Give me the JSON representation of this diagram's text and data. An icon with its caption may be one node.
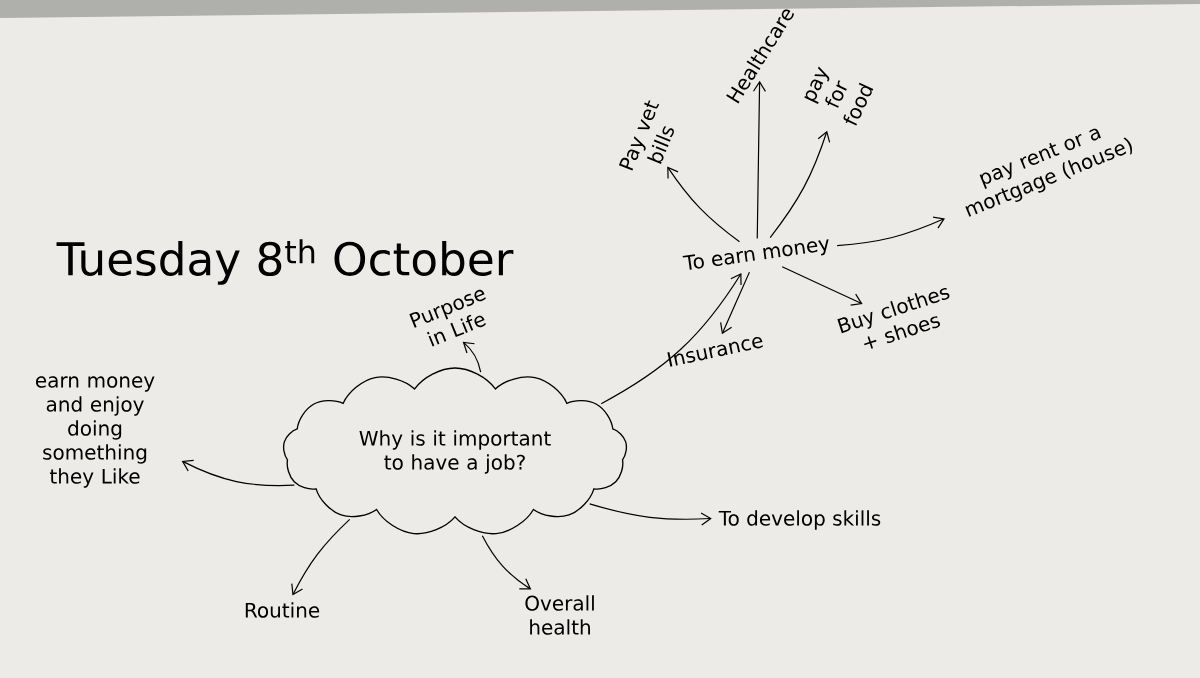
{
  "diagram": {
    "title": "Tuesday 8$^{th}$ October",
    "nodes": [
      {
        "text": [
          "Why is it important to have a job?"
        ]
      },
      {
        "text": [
          "earn money and enjoy doing something they Like"
        ]
      },
      {
        "text": [
          "Purpose in Life"
        ]
      },
      {
        "text": [
          "To earn money"
        ]
      },
      {
        "text": [
          "Routine"
        ]
      },
      {
        "text": [
          "Overall health"
        ]
      },
      {
        "text": [
          "To develop skills"
        ]
      },
      {
        "text": [
          "Pay vet bills"
        ]
      },
      {
        "text": [
          "Healthcare"
        ]
      },
      {
        "text": [
          "pay for food"
        ]
      },
      {
        "text": [
          "pay rent or a mortgage (house)"
        ]
      },
      {
        "text": [
          "Insurance"
        ]
      },
      {
        "text": [
          "Buy clothes + shoes"
        ]
      }
    ],
    "edges": [
      {
        "from": 0,
        "to": 1,
        "arrow": "to"
      },
      {
        "from": 0,
        "to": 2,
        "arrow": "to"
      },
      {
        "from": 0,
        "to": 3,
        "arrow": "to"
      },
      {
        "from": 0,
        "to": 4,
        "arrow": "to"
      },
      {
        "from": 0,
        "to": 5,
        "arrow": "to"
      },
      {
        "from": 0,
        "to": 6,
        "arrow": "to"
      },
      {
        "from": 3,
        "to": 7,
        "arrow": "to"
      },
      {
        "from": 3,
        "to": 8,
        "arrow": "to"
      },
      {
        "from": 3,
        "to": 9,
        "arrow": "to"
      },
      {
        "from": 3,
        "to": 10,
        "arrow": "to"
      },
      {
        "from": 3,
        "to": 11,
        "arrow": "to"
      },
      {
        "from": 3,
        "to": 12,
        "arrow": "to"
      }
    ]
  }
}
